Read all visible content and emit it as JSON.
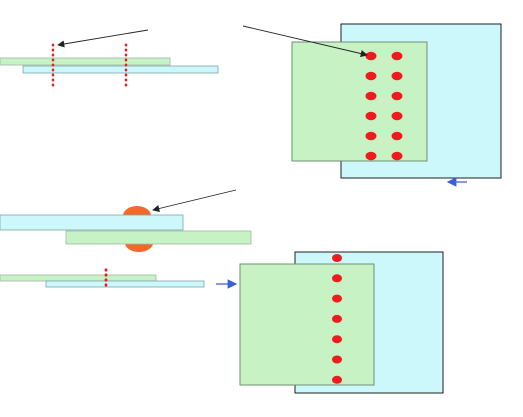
{
  "colors": {
    "plate_green": "#c6f2c4",
    "plate_cyan": "#ccf8fb",
    "plate_stroke_dark": "#1f1f1f",
    "plate_stroke_light": "#8aa8b0",
    "rivet_red": "#ee1c1c",
    "weld_orange": "#f26a2a",
    "leader_line": "#222222",
    "force_arrow": "#3a5fd6"
  },
  "diagram": {
    "top_row_rivets_per_column": 6,
    "bottom_row_rivets": 7,
    "side_view_rivet_dots": 9
  }
}
